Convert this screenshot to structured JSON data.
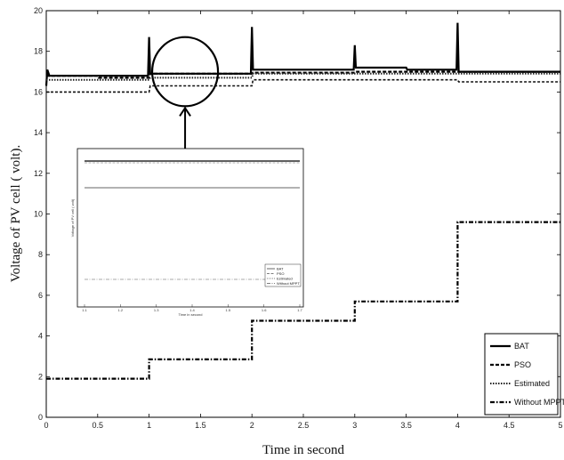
{
  "chart_data": {
    "type": "line",
    "title": "",
    "xlabel": "Time in second",
    "ylabel": "Voltage of PV cell ( volt).",
    "xlim": [
      0,
      5
    ],
    "ylim": [
      0,
      20
    ],
    "xticks": [
      "0",
      "0.5",
      "1",
      "1.5",
      "2",
      "2.5",
      "3",
      "3.5",
      "4",
      "4.5",
      "5"
    ],
    "yticks": [
      "0",
      "2",
      "4",
      "6",
      "8",
      "10",
      "12",
      "14",
      "16",
      "18",
      "20"
    ],
    "grid": false,
    "legend_position": "bottom-right",
    "series": [
      {
        "name": "BAT",
        "style": "solid",
        "points": [
          [
            0,
            16.3
          ],
          [
            0.01,
            17.1
          ],
          [
            0.03,
            16.8
          ],
          [
            0.9,
            16.8
          ],
          [
            0.99,
            16.8
          ],
          [
            1.0,
            18.7
          ],
          [
            1.01,
            16.9
          ],
          [
            1.99,
            16.9
          ],
          [
            2.0,
            19.2
          ],
          [
            2.01,
            17.1
          ],
          [
            2.99,
            17.1
          ],
          [
            3.0,
            18.3
          ],
          [
            3.01,
            17.2
          ],
          [
            3.5,
            17.2
          ],
          [
            3.51,
            17.1
          ],
          [
            3.99,
            17.1
          ],
          [
            4.0,
            19.4
          ],
          [
            4.01,
            17.0
          ],
          [
            5.0,
            17.0
          ]
        ]
      },
      {
        "name": "PSO",
        "style": "dashed",
        "points": [
          [
            0,
            16.8
          ],
          [
            0.5,
            16.8
          ],
          [
            0.51,
            16.7
          ],
          [
            1.0,
            16.7
          ],
          [
            1.01,
            16.9
          ],
          [
            2.0,
            16.9
          ],
          [
            2.01,
            16.95
          ],
          [
            3.0,
            16.95
          ],
          [
            3.01,
            17.0
          ],
          [
            5.0,
            17.0
          ]
        ]
      },
      {
        "name": "Estimated",
        "style": "dotted",
        "points": [
          [
            0,
            16.6
          ],
          [
            1.0,
            16.6
          ],
          [
            1.01,
            16.7
          ],
          [
            2.0,
            16.7
          ],
          [
            2.01,
            16.9
          ],
          [
            5.0,
            16.9
          ]
        ]
      },
      {
        "name": "Without MPPT",
        "style": "dashdot",
        "points": [
          [
            0,
            1.9
          ],
          [
            1.0,
            1.9
          ],
          [
            1.0,
            2.85
          ],
          [
            2.0,
            2.85
          ],
          [
            2.0,
            4.75
          ],
          [
            3.0,
            4.75
          ],
          [
            3.0,
            5.7
          ],
          [
            4.0,
            5.7
          ],
          [
            4.0,
            9.6
          ],
          [
            5.0,
            9.6
          ]
        ]
      },
      {
        "name": "",
        "style": "lowdash",
        "points": [
          [
            0,
            16.0
          ],
          [
            1.0,
            16.0
          ],
          [
            1.01,
            16.3
          ],
          [
            2.0,
            16.3
          ],
          [
            2.01,
            16.6
          ],
          [
            4.0,
            16.6
          ],
          [
            4.01,
            16.5
          ],
          [
            5.0,
            16.5
          ]
        ]
      }
    ],
    "zoom_marker": {
      "center_x": 1.35,
      "center_y": 17.0,
      "radius_x": 0.32,
      "radius_y": 1.7
    },
    "inset": {
      "xticks": [
        "1.1",
        "1.2",
        "1.3",
        "1.4",
        "1.5",
        "1.6",
        "1.7"
      ],
      "xlabel": "Time in second",
      "ylabel": "Voltage of PV cell ( volt)",
      "legend": [
        "BAT",
        "PSO",
        "Estimated",
        "Without MPPT"
      ]
    }
  }
}
